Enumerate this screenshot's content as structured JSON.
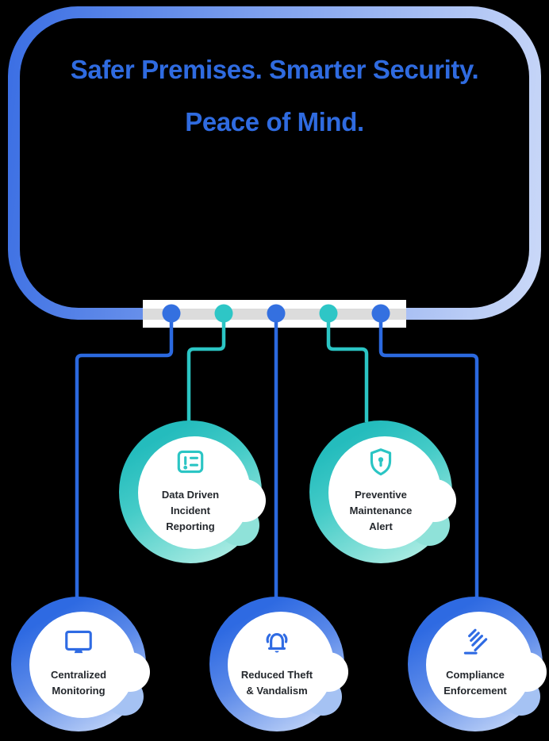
{
  "title": {
    "line1": "Safer Premises. Smarter Security.",
    "line2": "Peace of Mind."
  },
  "nodes": [
    {
      "id": "data-driven-incident-reporting",
      "label": "Data Driven\nIncident\nReporting",
      "icon": "report-list-icon",
      "theme": "teal"
    },
    {
      "id": "preventive-maintenance-alert",
      "label": "Preventive\nMaintenance\nAlert",
      "icon": "shield-keyhole-icon",
      "theme": "teal"
    },
    {
      "id": "centralized-monitoring",
      "label": "Centralized\nMonitoring",
      "icon": "monitor-icon",
      "theme": "blue"
    },
    {
      "id": "reduced-theft-vandalism",
      "label": "Reduced Theft\n& Vandalism",
      "icon": "bell-ring-icon",
      "theme": "blue"
    },
    {
      "id": "compliance-enforcement",
      "label": "Compliance\nEnforcement",
      "icon": "gavel-icon",
      "theme": "blue"
    }
  ],
  "timeline": {
    "dot_colors": [
      "blue",
      "teal",
      "blue",
      "teal",
      "blue"
    ]
  },
  "colors": {
    "background": "#000000",
    "title_blue": "#2f6be0",
    "accent_blue": "#2f6be3",
    "accent_teal": "#2bc5c4",
    "frame_gradient_start": "#3a6ee3",
    "frame_gradient_end": "#cbd9f8",
    "bar_white": "#ffffff",
    "bar_stripe_gray": "#dcdcdc",
    "label_dark": "#24282d",
    "ring_teal_light": "#a9ebe2",
    "ring_blue_light": "#bed2f7"
  }
}
